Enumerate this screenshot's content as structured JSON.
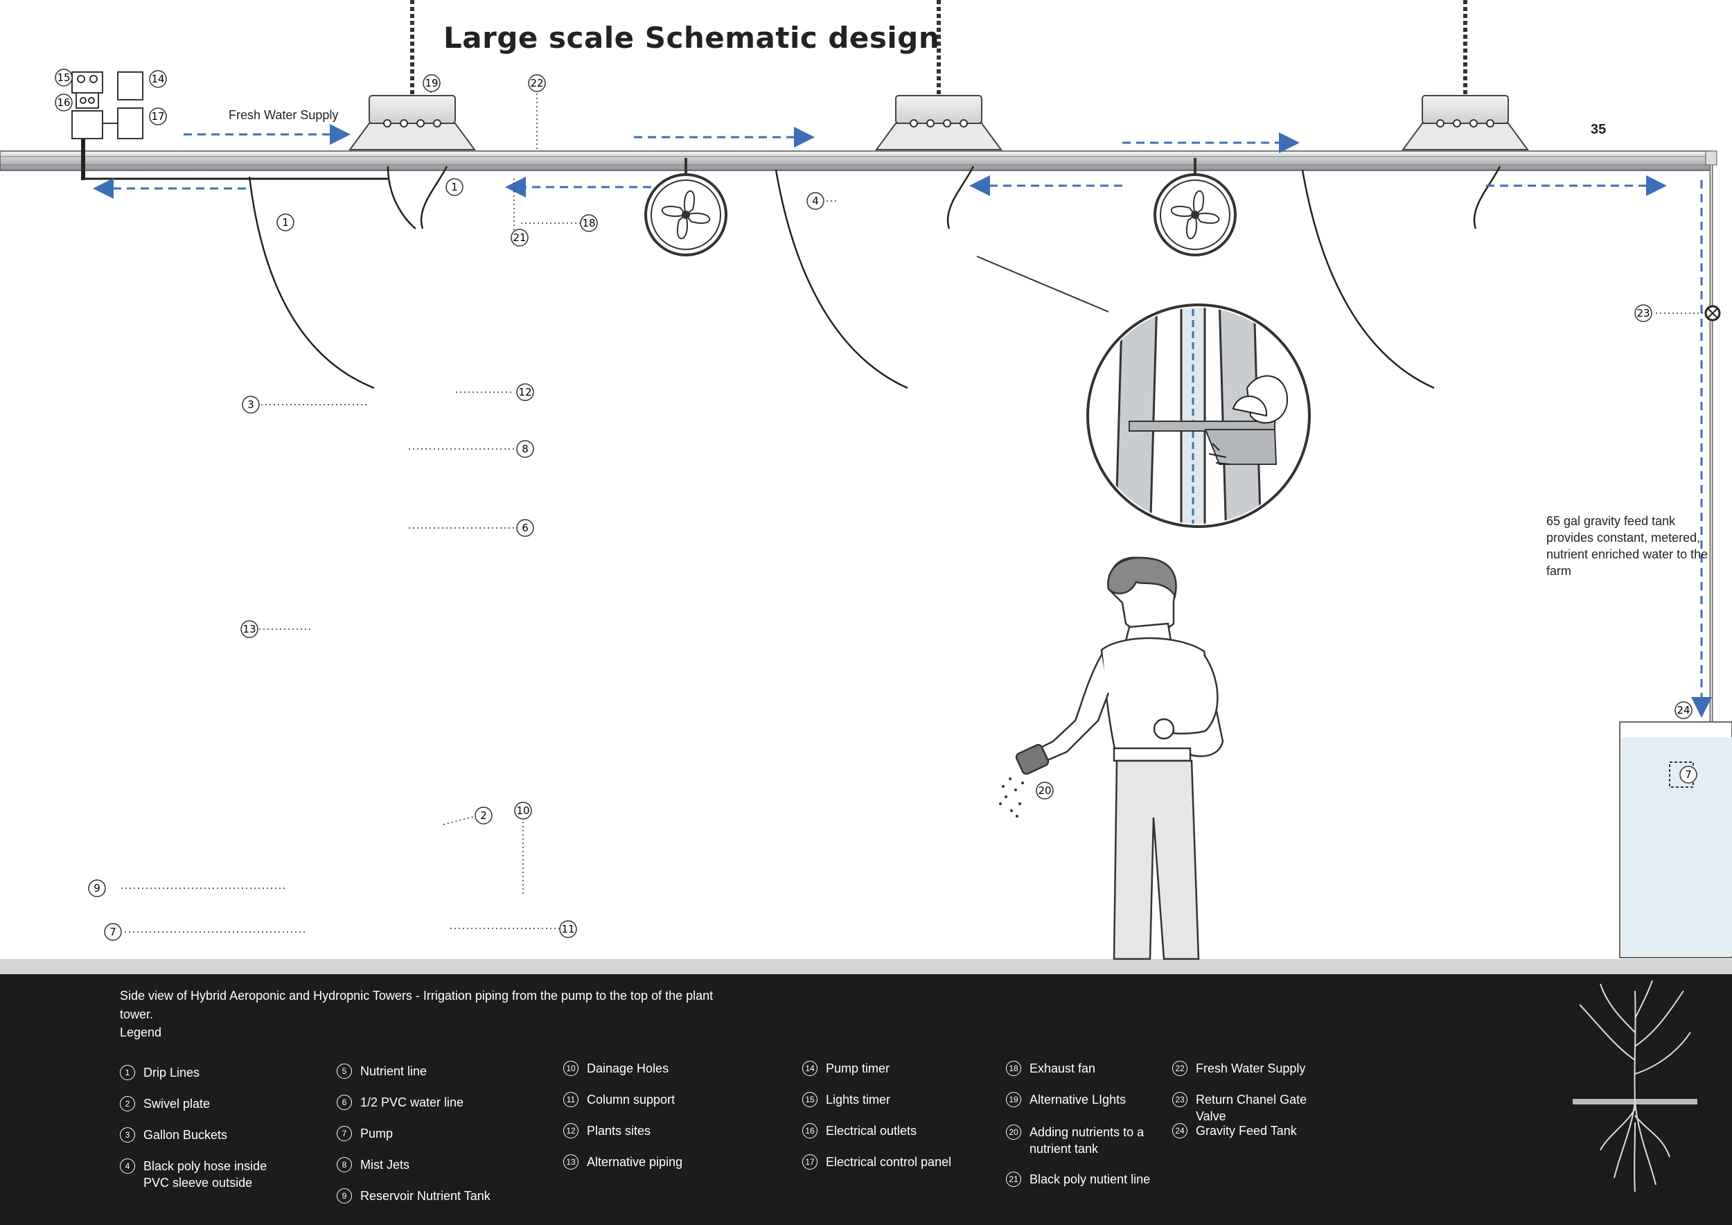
{
  "title": "Large scale Schematic design",
  "page_number": "35",
  "labels": {
    "fresh_water_supply": "Fresh Water Supply",
    "gravity_tank_note": "65 gal gravity feed tank provides constant, metered, nutrient enriched water to the farm"
  },
  "callouts": [
    "1",
    "2",
    "3",
    "4",
    "6",
    "7",
    "7",
    "8",
    "9",
    "10",
    "11",
    "12",
    "13",
    "14",
    "15",
    "16",
    "17",
    "18",
    "19",
    "20",
    "21",
    "22",
    "23",
    "24"
  ],
  "caption": "Side view of Hybrid Aeroponic and Hydropnic Towers - Irrigation piping from the pump to the top of the plant tower.",
  "legend_title": "Legend",
  "legend": [
    {
      "num": "1",
      "text": "Drip Lines"
    },
    {
      "num": "2",
      "text": "Swivel plate"
    },
    {
      "num": "3",
      "text": "Gallon Buckets"
    },
    {
      "num": "4",
      "text": "Black poly hose inside PVC sleeve outside"
    },
    {
      "num": "5",
      "text": "Nutrient line"
    },
    {
      "num": "6",
      "text": "1/2 PVC water line"
    },
    {
      "num": "7",
      "text": "Pump"
    },
    {
      "num": "8",
      "text": "Mist Jets"
    },
    {
      "num": "9",
      "text": "Reservoir Nutrient Tank"
    },
    {
      "num": "10",
      "text": "Dainage Holes"
    },
    {
      "num": "11",
      "text": "Column support"
    },
    {
      "num": "12",
      "text": "Plants sites"
    },
    {
      "num": "13",
      "text": "Alternative piping"
    },
    {
      "num": "14",
      "text": "Pump timer"
    },
    {
      "num": "15",
      "text": "Lights timer"
    },
    {
      "num": "16",
      "text": "Electrical outlets"
    },
    {
      "num": "17",
      "text": "Electrical control panel"
    },
    {
      "num": "18",
      "text": "Exhaust fan"
    },
    {
      "num": "19",
      "text": "Alternative LIghts"
    },
    {
      "num": "20",
      "text": "Adding nutrients to a nutrient tank"
    },
    {
      "num": "21",
      "text": "Black poly nutient line"
    },
    {
      "num": "22",
      "text": "Fresh Water Supply"
    },
    {
      "num": "23",
      "text": "Return Chanel Gate Valve"
    },
    {
      "num": "24",
      "text": "Gravity Feed Tank"
    }
  ],
  "colors": {
    "flow_arrow": "#3d6fb6",
    "water": "#c7d7e3",
    "tower": "#c9ccd0",
    "footer": "#1c1c1c"
  }
}
